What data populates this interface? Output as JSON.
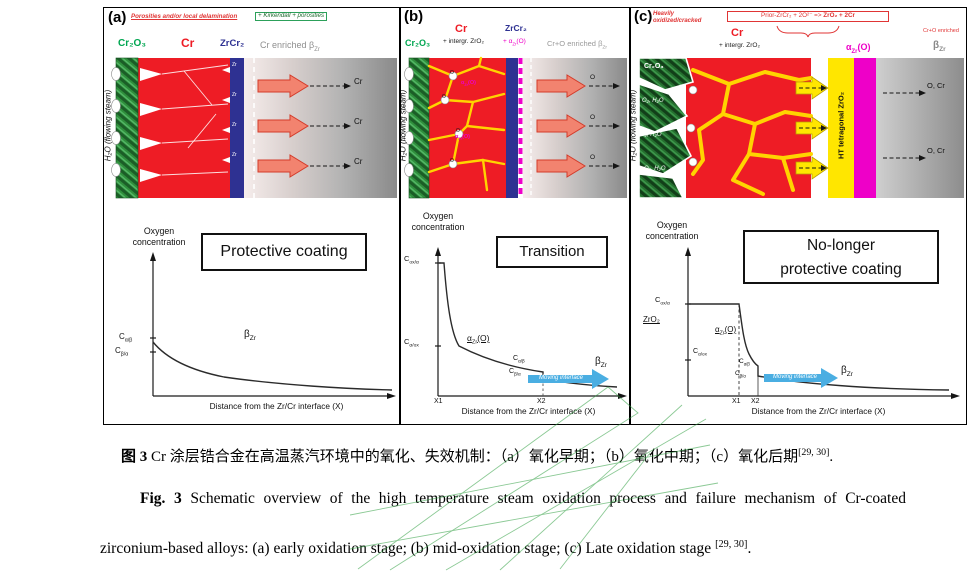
{
  "colors": {
    "red": "#ee1c25",
    "blue": "#2e3192",
    "green": "#00a651",
    "magenta": "#ee00c8",
    "yellow": "#ffd400",
    "ystrip": "#ffe600",
    "mblue": "#4aaee2",
    "annred": "#e03535",
    "barrowFill": "#f2836f",
    "barrowStroke": "#d43b2a"
  },
  "a": {
    "tag": "(a)",
    "ann_poros": "Porosities and/or local delamination",
    "ann_kirk": "+ Kirkendall + porosities",
    "cr2o3": "Cr₂O₃",
    "cr": "Cr",
    "zrcr2": "ZrCr₂",
    "beta_layer": "Cr enriched β<sub>Zr</sub>",
    "steam": "H₂O (flowing steam)",
    "zr": "Zr",
    "g": {
      "ylabel": "Oxygen concentration",
      "box": "Protective coating",
      "cab": "C<sub>α/β</sub>",
      "cba": "C<sub>β/α</sub>",
      "beta": "β<sub>Zr</sub>",
      "xlabel": "Distance from the Zr/Cr interface (X)"
    }
  },
  "b": {
    "tag": "(b)",
    "cr2o3": "Cr₂O₃",
    "cr": "Cr",
    "intergr": "+ intergr. ZrO₂",
    "zrcr2": "ZrCr₂",
    "alpha_plus": "+ α<sub>Zr</sub>(O)",
    "beta_layer": "Cr+O enriched β<sub>Zr</sub>",
    "steam": "H₂O (flowing steam)",
    "o": "O",
    "alpha_small": "α<sub>Zr</sub>(O)",
    "g": {
      "ylabel": "Oxygen concentration",
      "box": "Transition",
      "coxa": "C<sub>ox/α</sub>",
      "caox": "C<sub>α/ox</sub>",
      "alpha": "α<sub>Zr</sub>(O)",
      "cab": "C<sub>α/β</sub>",
      "cba": "C<sub>β/α</sub>",
      "beta": "β<sub>Zr</sub>",
      "moving": "Moving interface",
      "x1": "X1",
      "x2": "X2",
      "xlabel": "Distance from the Zr/Cr interface (X)"
    }
  },
  "c": {
    "tag": "(c)",
    "ann_heavy": "Heavily oxidized/cracked",
    "reaction": "Prior-ZrCr₂ + 2O²⁻ => <b>ZrO₂ + 2Cr</b>",
    "cro_enriched": "Cr+O enriched",
    "cr": "Cr",
    "intergr": "+ intergr. ZrO₂",
    "cr2o3": "Cr₂O₃",
    "o2h2o": "O₂, H₂O",
    "ht": "HT tetragonal ZrO₂",
    "alpha": "α<sub>Zr</sub>(O)",
    "beta": "β<sub>Zr</sub>",
    "steam": "H₂O (flowing steam)",
    "ocr": "O, Cr",
    "g": {
      "ylabel": "Oxygen concentration",
      "box": "No-longer\nprotective coating",
      "coxa": "C<sub>ox/α</sub>",
      "zro2": "ZrO₂",
      "alpha": "α<sub>Zr</sub>(O)",
      "caox": "C<sub>α/ox</sub>",
      "cab": "C<sub>α/β</sub>",
      "cba": "C<sub>β/α</sub>",
      "beta": "β<sub>Zr</sub>",
      "moving": "Moving interface",
      "x1": "X1",
      "x2": "X2",
      "xlabel": "Distance from the Zr/Cr interface (X)"
    }
  },
  "caption": {
    "zh": "<b>图 3</b> Cr 涂层锆合金在高温蒸汽环境中的氧化、失效机制：（a）氧化早期；（b）氧化中期；（c）氧化后期<sup>[29, 30]</sup>.",
    "en": "<b>Fig. 3</b> Schematic overview of the high temperature steam oxidation process and failure mechanism of Cr-coated zirconium-based alloys: (a) early oxidation stage; (b) mid-oxidation stage; (c) Late oxidation stage <sup>[29, 30]</sup>."
  }
}
